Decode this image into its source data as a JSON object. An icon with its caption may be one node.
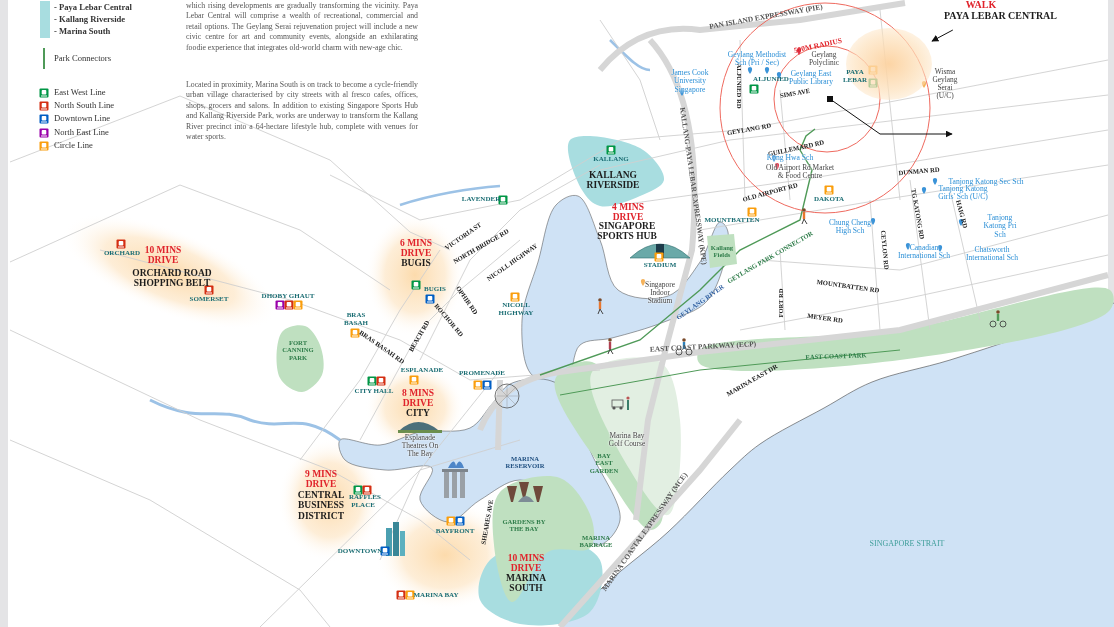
{
  "diagram": {
    "nodes": [
      {
        "text": [
          "WALK",
          "PAYA LEBAR CENTRAL"
        ]
      },
      {
        "text": [],
        "shape": "box"
      },
      {
        "text": [],
        "shape": "circle"
      }
    ],
    "edges": [
      {
        "from": 0,
        "to": 2,
        "arrow": "to"
      },
      {
        "from": 1,
        "to": null,
        "arrow": "to"
      }
    ],
    "labels": [
      "which rising developments are gradually transforming the vicinity. Paya Lebar Central will comprise a wealth of recreational, commercial and retail options. The Geylang Serai rejuvenation project will include a new civic centre for art and community events, alongside an exhilarating foodie experience that integrates old-world charm with new-age chic.",
      "Located in proximity, Marina South is on track to become a cycle-friendly urban village characterised by city streets with al fresco cafes, offices, shops, grocers and salons. In addition to existing Singapore Sports Hub and Kallang Riverside Park, works are underway to transform the Kallang River precinct into a 64-hectare lifestyle hub, complete with venues for water sports.",
      "PAN ISLAND EXPRESSWAY (PIE)",
      "500M RADIUS",
      "Geylang Methodist Sch (Pri / Sec)",
      "Geylang Polyclinic",
      "Geylang East Public Library",
      "James Cook University Singapore",
      "ALJUNIED RD",
      "ALJUNIED",
      "PAYA LEBAR",
      "Wisma Geylang Serai (U/C)",
      "SIMS AVE",
      "GEYLANG RD",
      "GUILLEMARD RD",
      "Kong Hwa Sch",
      "Old Airport Rd Market & Food Centre",
      "DUNMAN RD",
      "Tanjong Katong Sec Sch",
      "OLD AIRPORT RD",
      "Tanjong Katong Girls' Sch (U/C)",
      "DAKOTA",
      "MOUNTBATTEN",
      "Chung Cheng High Sch",
      "Tanjong Katong Pri Sch",
      "TG KATONG RD",
      "HAIG RD",
      "CEYLON RD",
      "Canadian International Sch",
      "Chatsworth International Sch",
      "KALLANG",
      "KALLANG RIVERSIDE",
      "KALLANG-PAYA LEBAR EXPRESSWAY (KPE)",
      "4 MINS DRIVE",
      "SINGAPORE SPORTS HUB",
      "Kallang Fields",
      "STADIUM",
      "GEYLANG PARK CONNECTOR",
      "Singapore Indoor Stadium",
      "GEYLANG RIVER",
      "MOUNTBATTEN RD",
      "FORT RD",
      "MEYER RD",
      "EAST COAST PARKWAY (ECP)",
      "EAST COAST PARK",
      "MARINA EAST DR",
      "LAVENDER",
      "6 MINS DRIVE",
      "BUGIS",
      "VICTORIA ST",
      "NORTH BRIDGE RD",
      "NICOLL HIGHWAY",
      "10 MINS DRIVE",
      "ORCHARD",
      "ORCHARD ROAD SHOPPING BELT",
      "BUGIS",
      "OPHIR RD",
      "SOMERSET",
      "DHOBY GHAUT",
      "NICOLL HIGHWAY",
      "BRAS BASAH",
      "ROCHOR RD",
      "BEACH RD",
      "FORT CANNING PARK",
      "BRAS BASAH RD",
      "ESPLANADE",
      "PROMENADE",
      "CITY HALL",
      "8 MINS DRIVE",
      "CITY",
      "Esplanade Theatres On The Bay",
      "MARINA RESERVOIR",
      "BAY EAST GARDEN",
      "Marina Bay Golf Course",
      "9 MINS DRIVE",
      "CENTRAL BUSINESS DISTRICT",
      "RAFFLES PLACE",
      "SHEARES AVE",
      "BAYFRONT",
      "GARDENS BY THE BAY",
      "MARINA BARRAGE",
      "DOWNTOWN",
      "SINGAPORE STRAIT",
      "MARINA COASTAL EXPRESSWAY (MCE)",
      "10 MINS DRIVE",
      "MARINA SOUTH",
      "MARINA BAY"
    ],
    "legend": [
      {
        "text": "- Paya Lebar Central",
        "color": "#a8dde0"
      },
      {
        "text": "- Kallang Riverside",
        "color": "#a8dde0"
      },
      {
        "text": "- Marina South",
        "color": "#a8dde0"
      },
      {
        "text": "Park Connectors"
      },
      {
        "text": "East West Line",
        "color": "#009645"
      },
      {
        "text": "North South Line",
        "color": "#d42e12"
      },
      {
        "text": "Downtown Line",
        "color": "#005ec4"
      },
      {
        "text": "North East Line",
        "color": "#9900aa"
      },
      {
        "text": "Circle Line",
        "color": "#fa9e0d"
      }
    ]
  }
}
